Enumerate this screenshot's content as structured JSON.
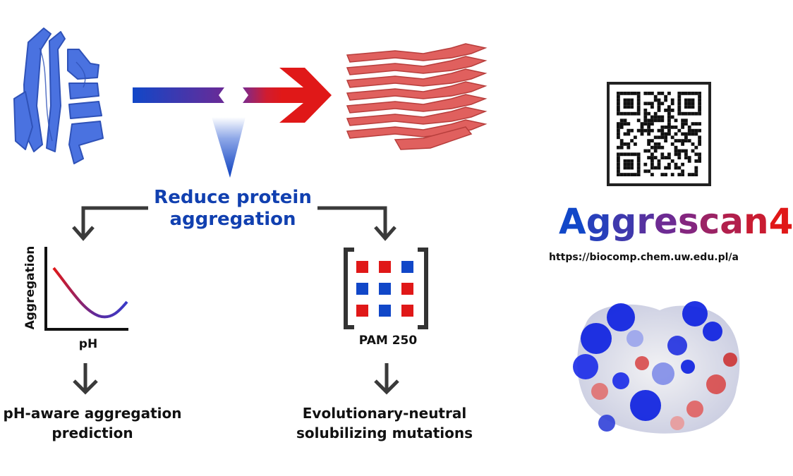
{
  "center_label": {
    "line1": "Reduce protein",
    "line2": "aggregation"
  },
  "left_branch": {
    "y_axis_label": "Aggregation",
    "x_axis_label": "pH",
    "outcome_line1": "pH-aware aggregation",
    "outcome_line2": "prediction"
  },
  "right_branch": {
    "matrix_label": "PAM 250",
    "outcome_line1": "Evolutionary-neutral",
    "outcome_line2": "solubilizing mutations"
  },
  "brand": {
    "name": "Aggrescan4",
    "url": "https://biocomp.chem.uw.edu.pl/a"
  },
  "colors": {
    "blue": "#1147c8",
    "red": "#e01818",
    "protein_blue": "#4a72e0",
    "fibril_red": "#e0605e",
    "arrow_gray": "#3a3a3a",
    "title_blue": "#1140b0"
  },
  "icons": [
    "protein-monomer-icon",
    "amyloid-fibril-icon",
    "qr-code-icon",
    "protein-surface-icon",
    "matrix-bracket-icon"
  ]
}
